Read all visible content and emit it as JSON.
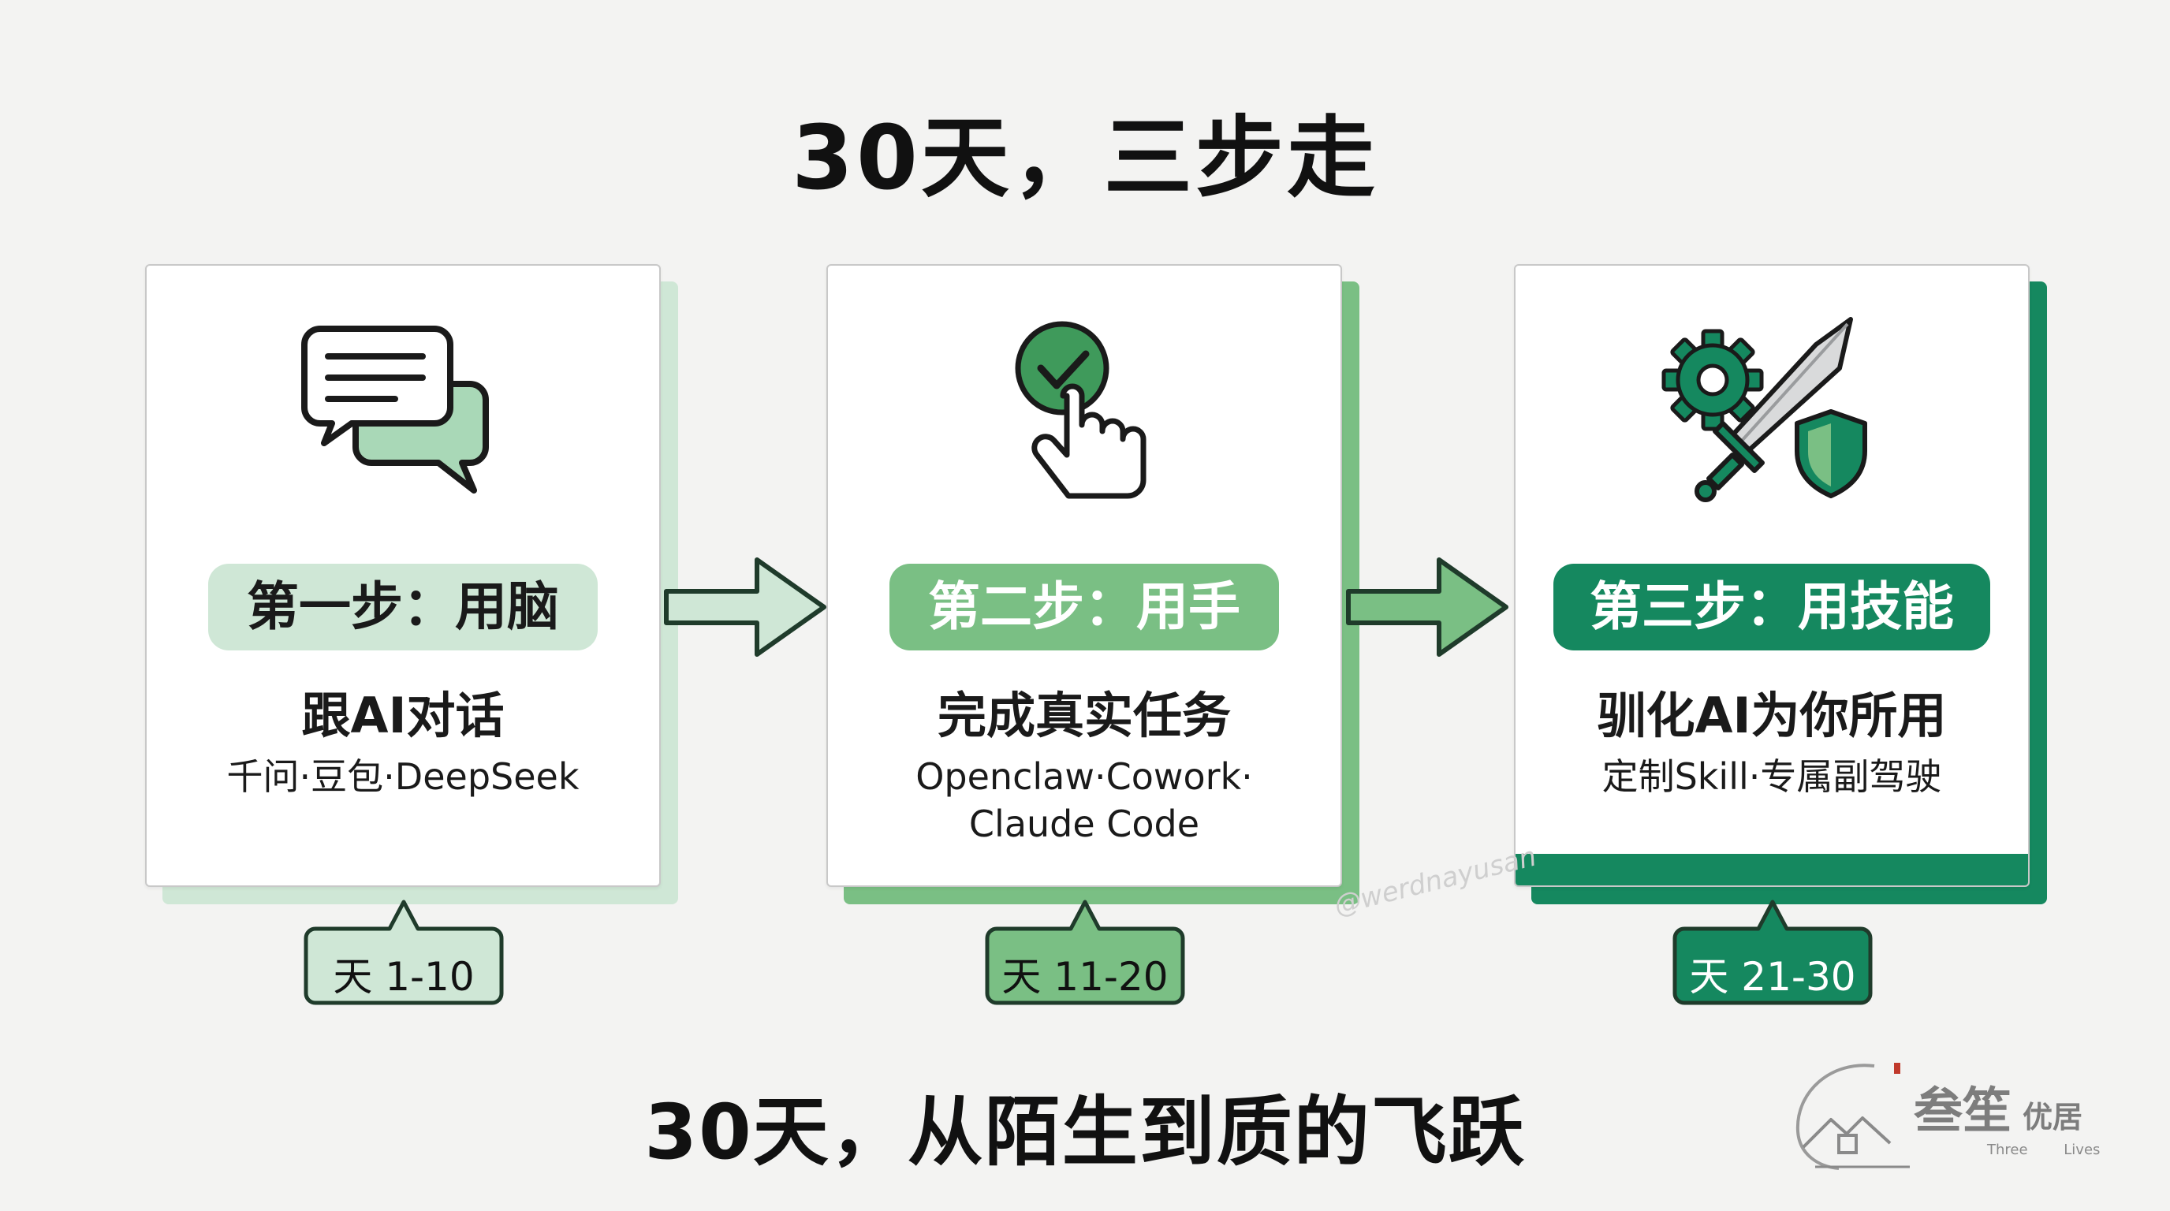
{
  "title": "30天，三步走",
  "footer": "30天，从陌生到质的飞跃",
  "watermark": "@werdnayusan",
  "colors": {
    "light_green": "#cfe7d6",
    "mid_green": "#7abf84",
    "dark_green": "#15885f",
    "outline": "#1f3b2b"
  },
  "steps": [
    {
      "pill": "第一步：用脑",
      "heading": "跟AI对话",
      "sub_lines": [
        "千问·豆包·DeepSeek"
      ],
      "days": "天 1-10",
      "icon": "chat-bubbles-icon"
    },
    {
      "pill": "第二步：用手",
      "heading": "完成真实任务",
      "sub_lines": [
        "Openclaw·Cowork·",
        "Claude Code"
      ],
      "days": "天 11-20",
      "icon": "check-tap-icon"
    },
    {
      "pill": "第三步：用技能",
      "heading": "驯化AI为你所用",
      "sub_lines": [
        "定制Skill·专属副驾驶"
      ],
      "days": "天 21-30",
      "icon": "gear-sword-shield-icon"
    }
  ],
  "logo": {
    "main": "叁笙",
    "secondary": "优居",
    "sub": "Three Lives"
  }
}
